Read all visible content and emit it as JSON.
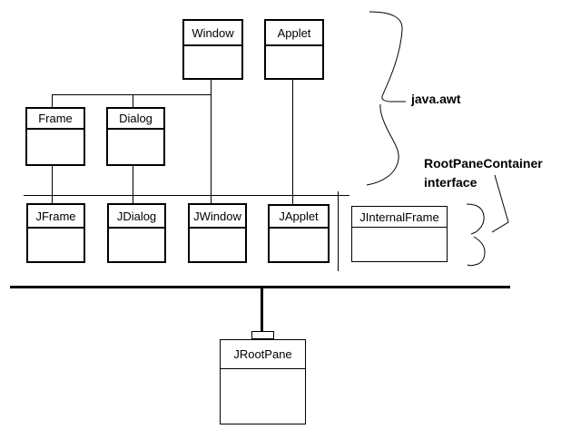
{
  "diagram": {
    "background": "#ffffff",
    "line_color": "#000000",
    "boxes": [
      {
        "label": "Window"
      },
      {
        "label": "Applet"
      },
      {
        "label": "Frame"
      },
      {
        "label": "Dialog"
      },
      {
        "label": "JFrame"
      },
      {
        "label": "JDialog"
      },
      {
        "label": "JWindow"
      },
      {
        "label": "JApplet"
      },
      {
        "label": "JInternalFrame"
      },
      {
        "label": "JRootPane"
      }
    ],
    "annotations": {
      "package": "java.awt",
      "interface_line1": "RootPaneContainer",
      "interface_line2": "interface"
    }
  }
}
